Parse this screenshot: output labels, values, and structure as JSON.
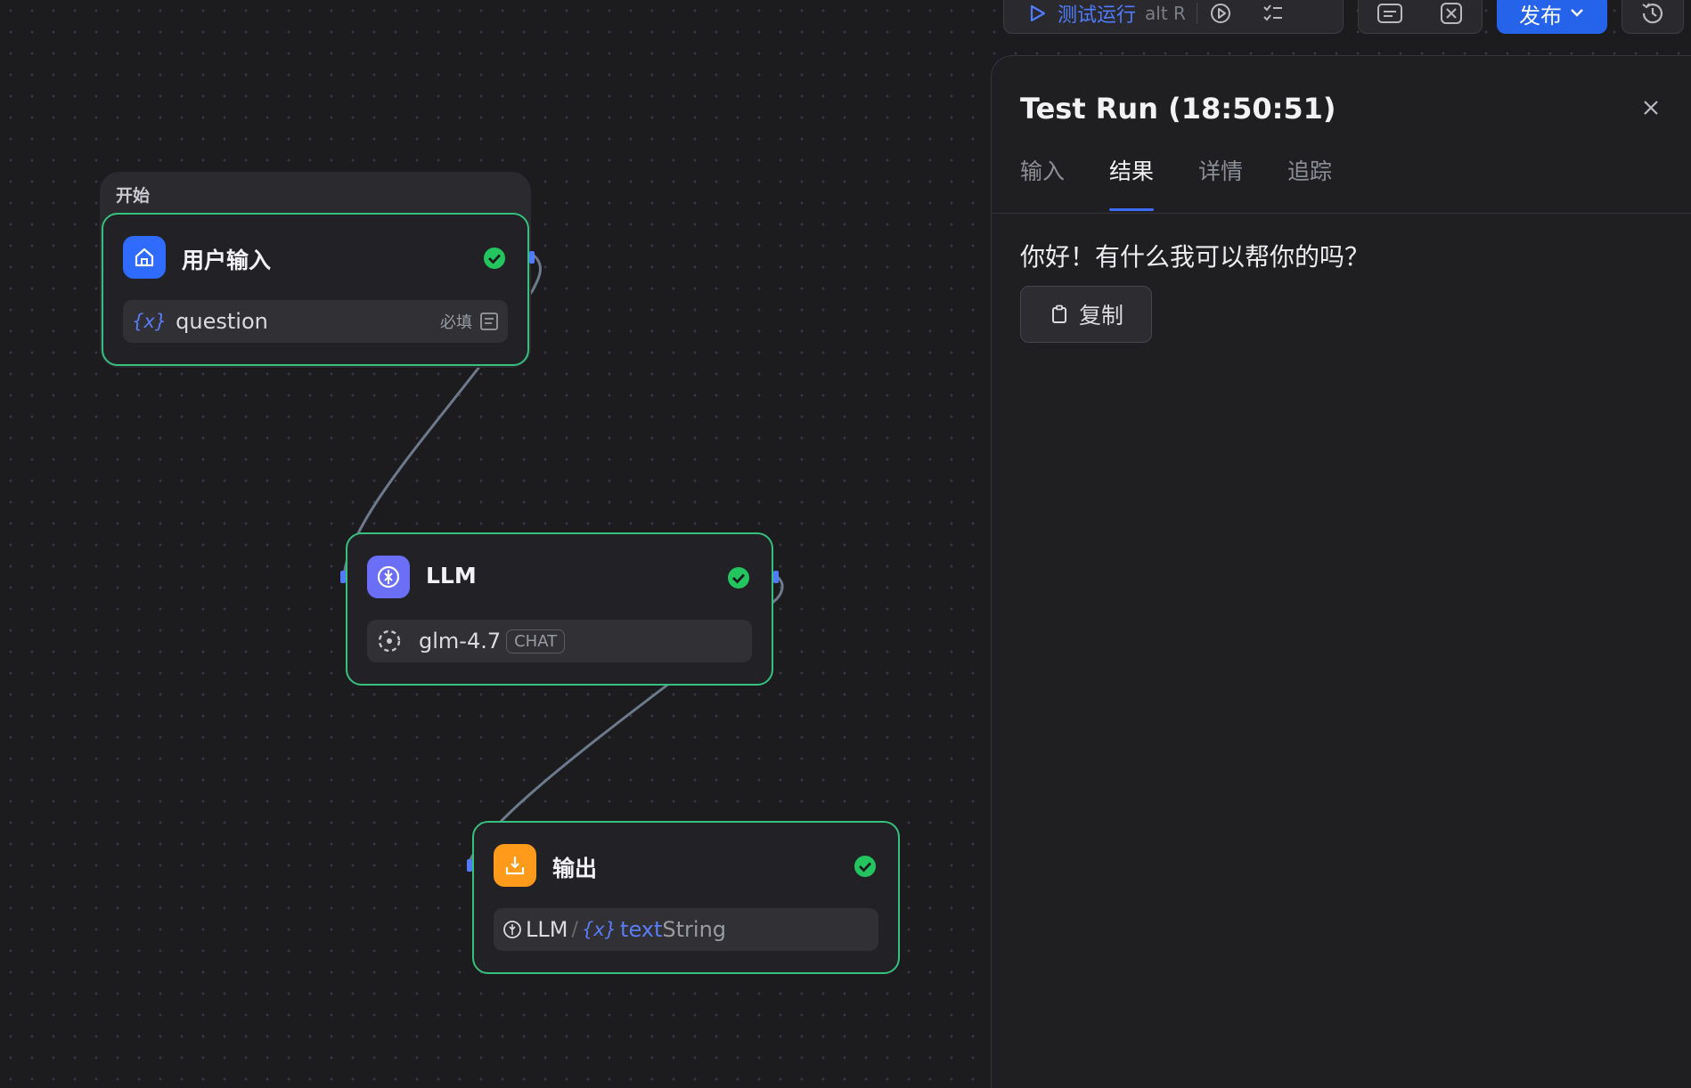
{
  "toolbar": {
    "test_run_label": "测试运行",
    "test_run_shortcut": "alt R",
    "publish_label": "发布"
  },
  "canvas": {
    "group": {
      "title": "开始"
    },
    "nodes": {
      "user_input": {
        "title": "用户输入",
        "field_symbol": "{x}",
        "field_name": "question",
        "field_required": "必填",
        "status": "success"
      },
      "llm": {
        "title": "LLM",
        "model": "glm-4.7",
        "model_tag": "CHAT",
        "status": "success"
      },
      "output": {
        "title": "输出",
        "ref_node": "LLM",
        "ref_sep": "/",
        "ref_symbol": "{x}",
        "ref_var": "text",
        "ref_type": "String",
        "status": "success"
      }
    }
  },
  "panel": {
    "title": "Test Run (18:50:51)",
    "tabs": [
      {
        "label": "输入"
      },
      {
        "label": "结果",
        "active": true
      },
      {
        "label": "详情"
      },
      {
        "label": "追踪"
      }
    ],
    "result_text": "你好！有什么我可以帮你的吗？",
    "copy_label": "复制"
  },
  "colors": {
    "accent": "#2563eb",
    "success": "#35c07d",
    "start_icon": "#2f6bff",
    "llm_icon": "#6b6ef6",
    "output_icon": "#ff9a1a"
  }
}
